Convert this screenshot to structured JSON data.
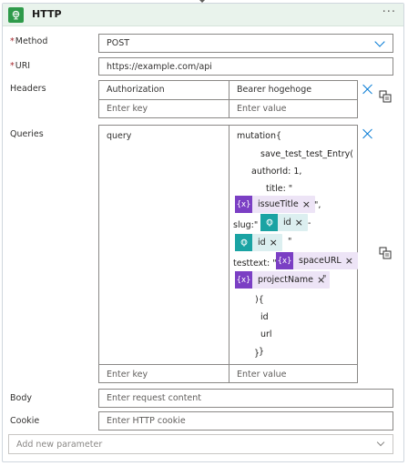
{
  "header": {
    "title": "HTTP",
    "more": "···",
    "icon": "globe-icon",
    "accent": "#2e9a4a"
  },
  "method": {
    "label": "Method",
    "required_mark": "*",
    "value": "POST"
  },
  "uri": {
    "label": "URI",
    "required_mark": "*",
    "value": "https://example.com/api"
  },
  "headers": {
    "label": "Headers",
    "key": "Authorization",
    "value": "Bearer hogehoge",
    "key_placeholder": "Enter key",
    "value_placeholder": "Enter value"
  },
  "queries": {
    "label": "Queries",
    "key": "query",
    "key_placeholder": "Enter key",
    "value_placeholder": "Enter value",
    "lines": {
      "l1": "mutation{",
      "l2": "save_test_test_Entry(",
      "l3": "authorId: 1,",
      "l4": "title: \"",
      "l5_after": "\",",
      "l6_before": "slug:\"",
      "l6_after": "-",
      "l7_after": "\"",
      "l8_before": "testtext: \"",
      "l9_after": "\"",
      "l10": "){",
      "l11": "id",
      "l12": "url",
      "l13": "}",
      "l14": "}"
    },
    "tokens": {
      "issueTitle": {
        "icon": "{x}",
        "label": "issueTitle",
        "remove": "×"
      },
      "id1": {
        "icon": "globe",
        "label": "id",
        "remove": "×"
      },
      "id2": {
        "icon": "globe",
        "label": "id",
        "remove": "×"
      },
      "spaceURL": {
        "icon": "{x}",
        "label": "spaceURL",
        "remove": "×"
      },
      "projectName": {
        "icon": "{x}",
        "label": "projectName",
        "remove": "×"
      }
    }
  },
  "body": {
    "label": "Body",
    "placeholder": "Enter request content"
  },
  "cookie": {
    "label": "Cookie",
    "placeholder": "Enter HTTP cookie"
  },
  "add_param": {
    "placeholder": "Add new parameter"
  },
  "colors": {
    "accent_blue": "#0078d4",
    "variable_purple": "#7b3fc4",
    "dynamic_teal": "#1aa3a3"
  }
}
